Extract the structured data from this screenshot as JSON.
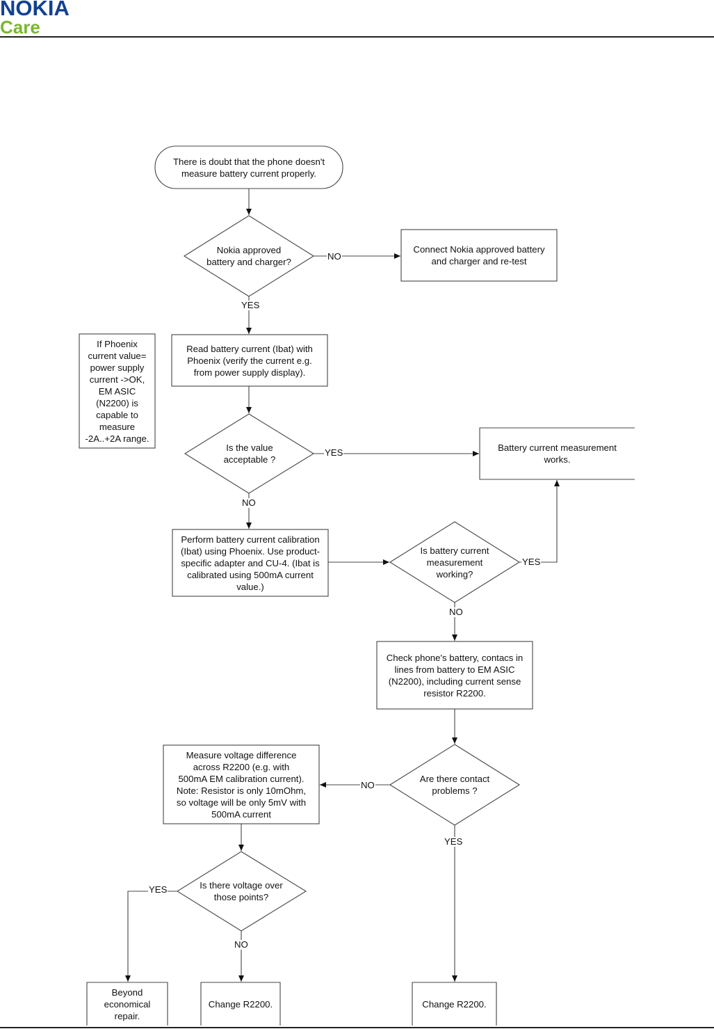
{
  "header": {
    "brand": "NOKIA",
    "product": "Care"
  },
  "flowchart": {
    "start": "There is doubt that the phone doesn't\nmeasure battery current properly.",
    "d_approved": "Nokia approved\nbattery and charger?",
    "connect_approved": "Connect Nokia approved battery\nand charger and re-test",
    "read_current": "Read battery current (Ibat) with\nPhoenix (verify the current e.g.\nfrom power supply display).",
    "note_phoenix": "If Phoenix\ncurrent value=\npower supply\ncurrent ->OK,\nEM ASIC\n(N2200) is\ncapable to\nmeasure\n-2A..+2A range.",
    "d_acceptable": "Is the value\nacceptable ?",
    "works": "Battery current measurement\nworks.",
    "calibration": "Perform battery current calibration\n(Ibat) using Phoenix. Use product-\nspecific adapter and CU-4. (Ibat is\ncalibrated using 500mA current\nvalue.)",
    "d_working": "Is battery current\nmeasurement\nworking?",
    "check_battery": "Check phone's battery, contacs in\nlines from battery to EM ASIC\n(N2200), including current sense\nresistor R2200.",
    "d_contact": "Are there contact\nproblems ?",
    "measure_voltage": "Measure voltage difference\nacross R2200 (e.g. with\n500mA EM calibration current).\nNote: Resistor is only 10mOhm,\nso voltage will be only 5mV with\n500mA current",
    "d_voltage": "Is there voltage over\nthose points?",
    "beyond": "Beyond\neconomical\nrepair.",
    "change_1": "Change R2200.",
    "change_2": "Change R2200."
  },
  "edge_labels": {
    "approved_no": "NO",
    "approved_yes": "YES",
    "acceptable_yes": "YES",
    "acceptable_no": "NO",
    "working_yes": "YES",
    "working_no": "NO",
    "contact_no": "NO",
    "contact_yes": "YES",
    "voltage_yes": "YES",
    "voltage_no": "NO"
  },
  "colors": {
    "nokia_blue": "#124191",
    "care_green": "#7ab72c",
    "line": "#333333"
  }
}
